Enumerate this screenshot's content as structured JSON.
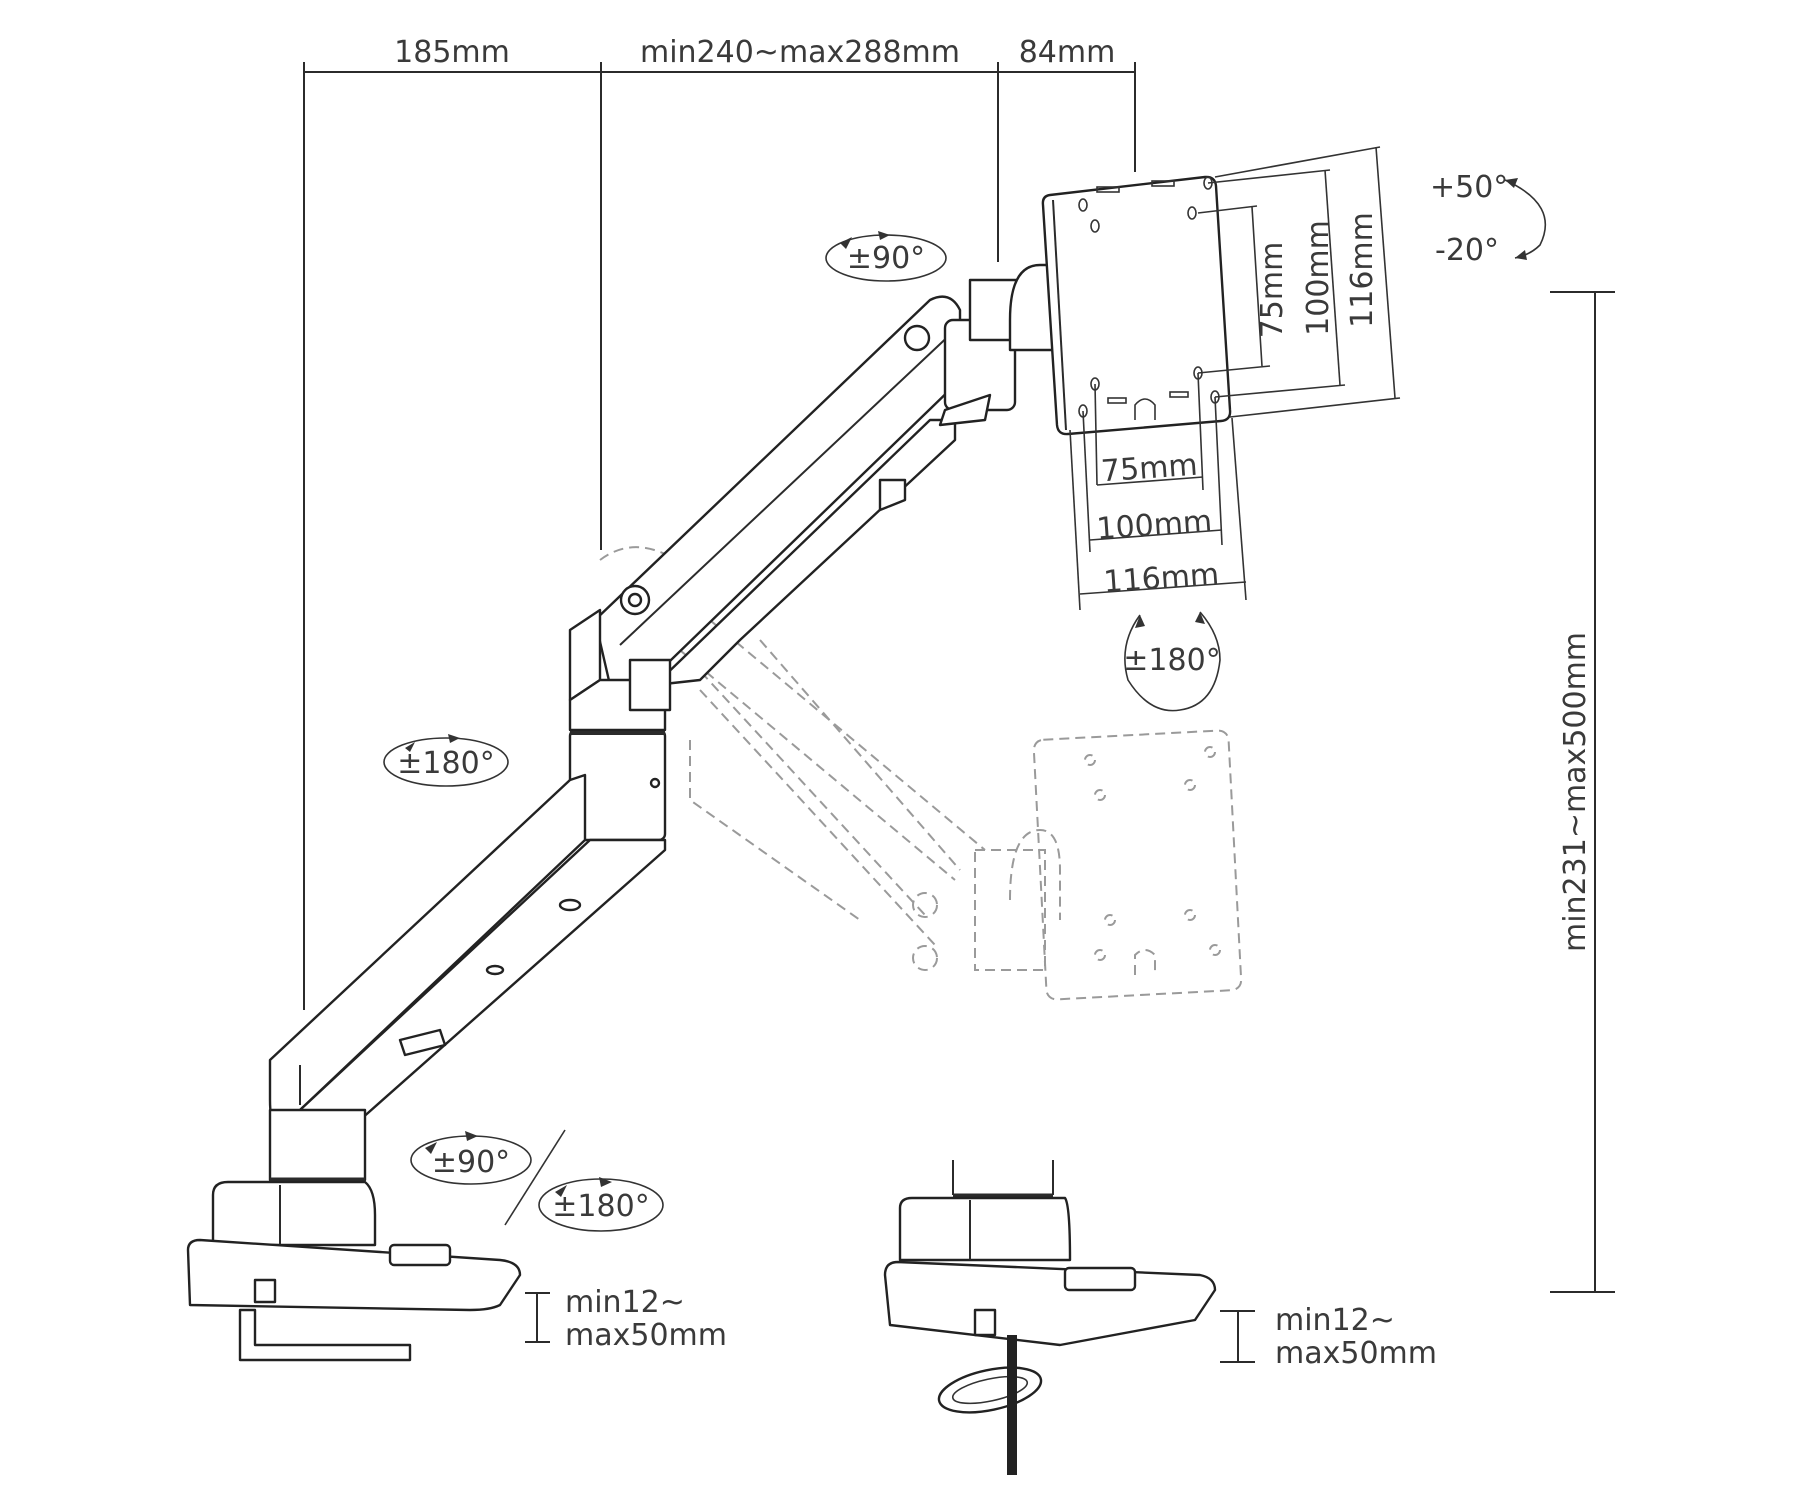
{
  "diagram": {
    "subject": "Monitor arm dimensional drawing",
    "colors": {
      "line": "#2b2b2b",
      "ghost": "#9a9a9a",
      "text": "#3a3a3a",
      "background": "#ffffff"
    },
    "top_dimensions": {
      "base_offset": "185mm",
      "arm_reach": "min240~max288mm",
      "head_offset": "84mm"
    },
    "vesa": {
      "vertical": [
        "75mm",
        "100mm",
        "116mm"
      ],
      "horizontal": [
        "75mm",
        "100mm",
        "116mm"
      ]
    },
    "tilt": {
      "up": "+50°",
      "down": "-20°"
    },
    "rotations": {
      "head_swivel": "±90°",
      "panel_rotation": "±180°",
      "elbow_swivel": "±180°",
      "base_arm_swivel": "±90°",
      "base_rotation": "±180°"
    },
    "height_range": "min231~max500mm",
    "clamp_range_left": {
      "line1": "min12~",
      "line2": "max50mm"
    },
    "clamp_range_right": {
      "line1": "min12~",
      "line2": "max50mm"
    }
  }
}
